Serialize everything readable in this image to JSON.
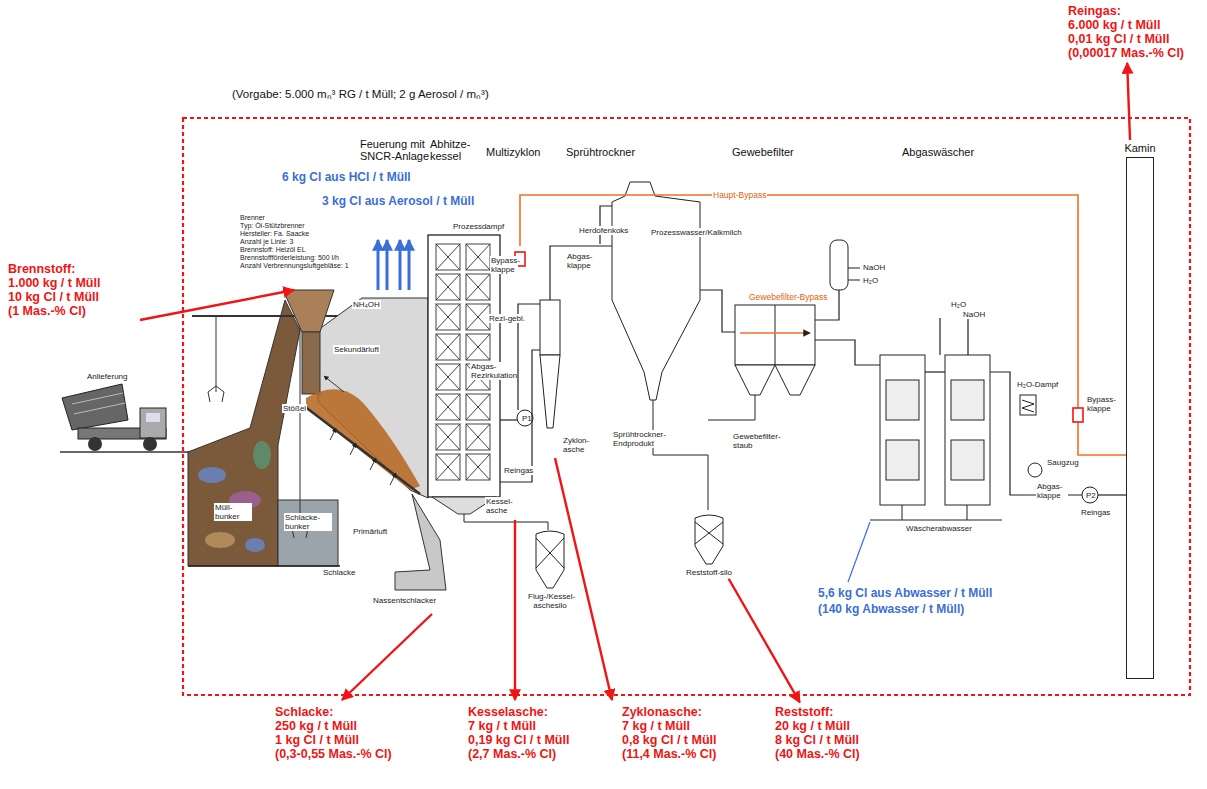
{
  "diagram": {
    "nodes": [
      {
        "text": [
          "Brennstoff:",
          "1.000 kg / t Müll",
          "10 kg Cl / t Müll",
          "(1 Mas.-% Cl)"
        ]
      },
      {
        "text": [
          "Reingas:",
          "6.000 kg / t Müll",
          "0,01 kg Cl / t Müll",
          "(0,00017 Mas.-% Cl)"
        ]
      },
      {
        "text": [
          "Kamin"
        ]
      },
      {
        "text": [
          "Flug-/Kessel-aschesilo"
        ]
      },
      {
        "text": [
          "Reststoff-silo"
        ]
      },
      {
        "text": [
          "Schlacke:",
          "250 kg / t Müll",
          "1 kg Cl / t Müll",
          "(0,3-0,55 Mas.-% Cl)"
        ]
      },
      {
        "text": [
          "Kesselasche:",
          "7 kg / t Müll",
          "0,19 kg Cl / t Müll",
          "(2,7 Mas.-% Cl)"
        ]
      },
      {
        "text": [
          "Zyklonasche:",
          "7 kg / t Müll",
          "0,8 kg Cl / t Müll",
          "(11,4 Mas.-% Cl)"
        ]
      },
      {
        "text": [
          "Reststoff:",
          "20 kg / t Müll",
          "8 kg Cl / t Müll",
          "(40 Mas.-% Cl)"
        ]
      }
    ],
    "edges": [
      {
        "from": 2,
        "to": 1,
        "arrow": "to"
      },
      {
        "from": 4,
        "to": 8,
        "arrow": "to"
      }
    ],
    "labels": [
      "(Vorgabe: 5.000 mₙ³ RG / t Müll; 2 g Aerosol / mₙ³)",
      "Feuerung mit SNCR-Anlage",
      "Abhitze-kessel",
      "Multizyklon",
      "Sprühtrockner",
      "Gewebefilter",
      "Abgaswäscher",
      "6 kg Cl aus HCl / t Müll",
      "3 kg Cl aus Aerosol / t Müll",
      "Brenner",
      "Typ: Öl-Stützbrenner",
      "Hersteller: Fa. Saacke",
      "Anzahl je Linie: 3",
      "Brennstoff: Heizöl EL",
      "Brennstoffförderleistung: 500 l/h",
      "Anzahl Verbrennungsluftgebläse: 1",
      "Anlieferung",
      "Müll-bunker",
      "Schlacke-bunker",
      "Schlacke",
      "Nassentschlacker",
      "Primärluft",
      "Sekundärluft",
      "Stößel",
      "NH₄OH",
      "Prozessdampf",
      "Rezi-gebl.",
      "Abgas-Rezirkulation",
      "P1",
      "Zyklon-asche",
      "Reingas",
      "Kessel-asche",
      "Bypass-klappe",
      "Abgas-klappe",
      "Haupt-Bypass",
      "Herdofenkoks",
      "Prozesswasser/Kalkmilch",
      "Gewebefilter-Bypass",
      "Sprühtrockner-Endprodukt",
      "Gewebefilter-staub",
      "NaOH",
      "H₂O",
      "H₂O",
      "NaOH",
      "H₂O-Dampf",
      "Saugzug",
      "Abgas-klappe",
      "Bypass-klappe",
      "P2",
      "Reingas",
      "Wäscherabwasser",
      "5,6 kg Cl aus Abwasser / t Müll",
      "(140 kg Abwasser / t Müll)"
    ]
  }
}
